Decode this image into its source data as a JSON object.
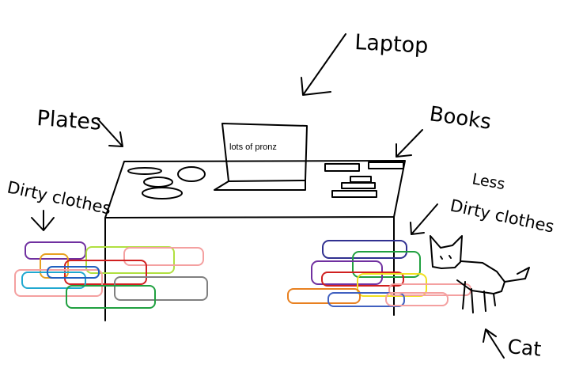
{
  "labels": {
    "laptop": "Laptop",
    "plates": "Plates",
    "books": "Books",
    "dirty_clothes": "Dirty clothes",
    "less": "Less",
    "less_dirty_clothes": "Dirty clothes",
    "cat": "Cat",
    "screen_text": "lots of pronz"
  },
  "colors": {
    "ink": "#000000",
    "left_pile": [
      "#7030a0",
      "#e8a020",
      "#b0e040",
      "#f4a0a0",
      "#d02020",
      "#f4a0a0",
      "#20a8d0",
      "#2060c0",
      "#808080",
      "#20a040"
    ],
    "right_pile": [
      "#303090",
      "#20a040",
      "#7030a0",
      "#d02020",
      "#f0e020",
      "#f4a0a0",
      "#e88020",
      "#4060c0",
      "#f4a0a0"
    ]
  }
}
